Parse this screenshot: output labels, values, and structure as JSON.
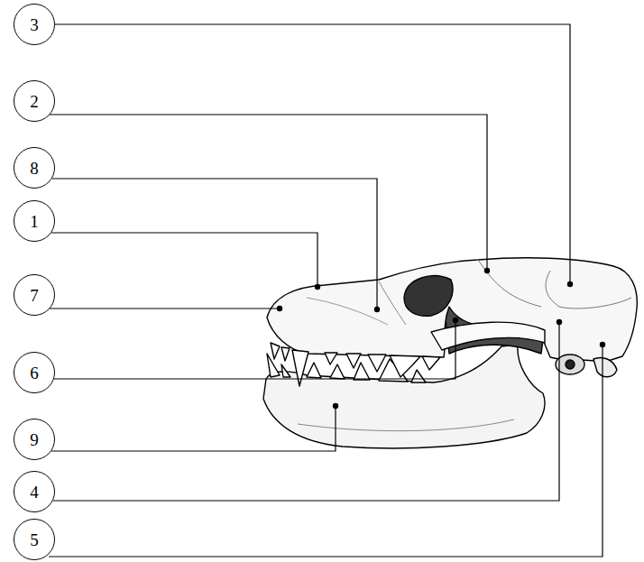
{
  "diagram": {
    "nodes": [
      {
        "text": [
          "3"
        ]
      },
      {
        "text": [
          "2"
        ]
      },
      {
        "text": [
          "8"
        ]
      },
      {
        "text": [
          "1"
        ]
      },
      {
        "text": [
          "7"
        ]
      },
      {
        "text": [
          "6"
        ]
      },
      {
        "text": [
          "9"
        ]
      },
      {
        "text": [
          "4"
        ]
      },
      {
        "text": [
          "5"
        ]
      }
    ]
  }
}
